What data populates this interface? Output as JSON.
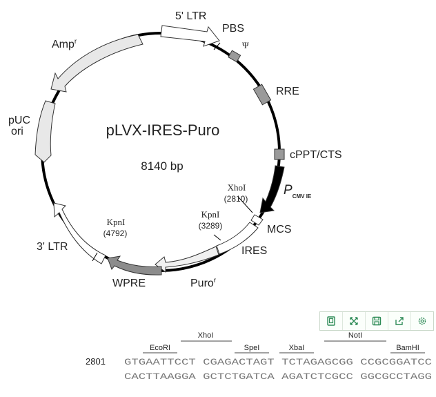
{
  "plasmid": {
    "name": "pLVX-IRES-Puro",
    "size": "8140 bp"
  },
  "features": {
    "ltr5": "5' LTR",
    "pbs": "PBS",
    "psi": "Ψ",
    "rre": "RRE",
    "cppt": "cPPT/CTS",
    "pcmv": "P",
    "pcmv_sub": "CMV IE",
    "mcs": "MCS",
    "ires": "IRES",
    "puro": "Puro",
    "puro_sup": "r",
    "wpre": "WPRE",
    "ltr3": "3' LTR",
    "puc_line1": "pUC",
    "puc_line2": "ori",
    "amp": "Amp",
    "amp_sup": "r"
  },
  "sites": {
    "xhoi_name": "XhoI",
    "xhoi_pos": "(2810)",
    "kpni_mid_name": "KpnI",
    "kpni_mid_pos": "(3289)",
    "kpni_left_name": "KpnI",
    "kpni_left_pos": "(4792)"
  },
  "mcs_sequence": {
    "position": "2801",
    "top_strand": "GTGAATTCCT CGAGACTAGT TCTAGAGCGG CCGCGGATCC",
    "bottom_strand": "CACTTAAGGA GCTCTGATCA AGATCTCGCC GGCGCCTAGG",
    "enzymes_upper": [
      "XhoI",
      "NotI"
    ],
    "enzymes_lower": [
      "EcoRI",
      "SpeI",
      "XbaI",
      "BamHI"
    ]
  },
  "toolbar": {
    "icons": [
      "copy-icon",
      "expand-icon",
      "save-icon",
      "share-icon",
      "settings-icon"
    ]
  },
  "colors": {
    "backbone": "#000000",
    "feature_light": "#f2f2f2",
    "feature_mid": "#d8d8d8",
    "feature_grey": "#9a9a9a",
    "wpre": "#8c8c8c",
    "cmv": "#000000",
    "toolbar_accent": "#2e8b57",
    "sequence_text": "#777777"
  }
}
